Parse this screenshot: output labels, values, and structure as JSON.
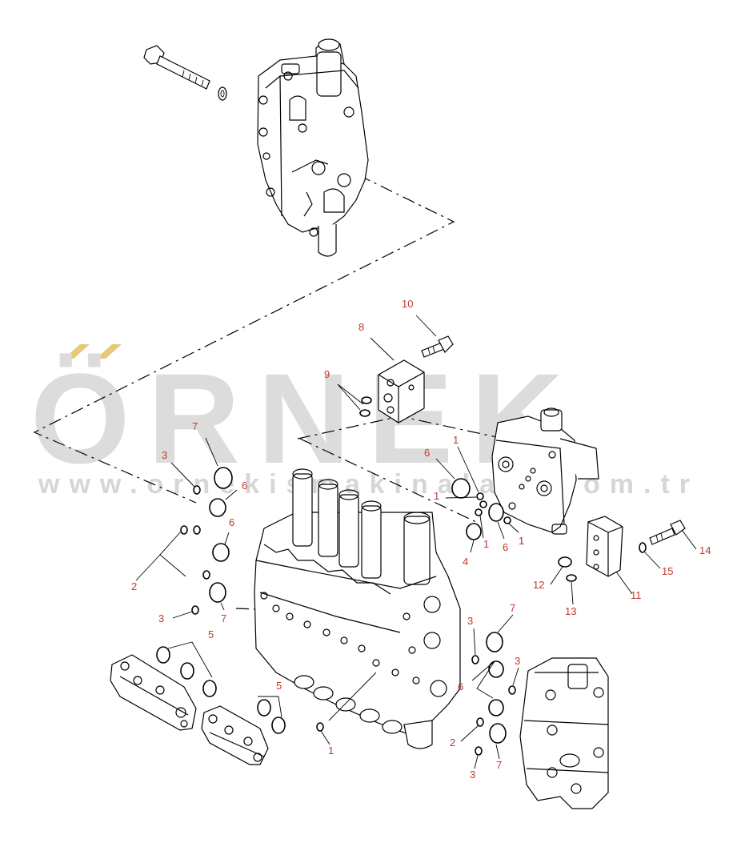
{
  "watermark": {
    "brand": "ÖRNEK",
    "url": "www.ornekismakinalari.com.tr",
    "accent_color": "#e8c879",
    "text_color": "#dcdcdc"
  },
  "callouts": [
    "10",
    "8",
    "9",
    "7",
    "3",
    "6",
    "6",
    "2",
    "3",
    "7",
    "5",
    "5",
    "1",
    "1",
    "1",
    "6",
    "1",
    "4",
    "1",
    "6",
    "1",
    "12",
    "13",
    "11",
    "15",
    "14",
    "7",
    "3",
    "3",
    "6",
    "2",
    "3",
    "7"
  ],
  "colors": {
    "callout": "#c0392b",
    "line": "#000000"
  }
}
